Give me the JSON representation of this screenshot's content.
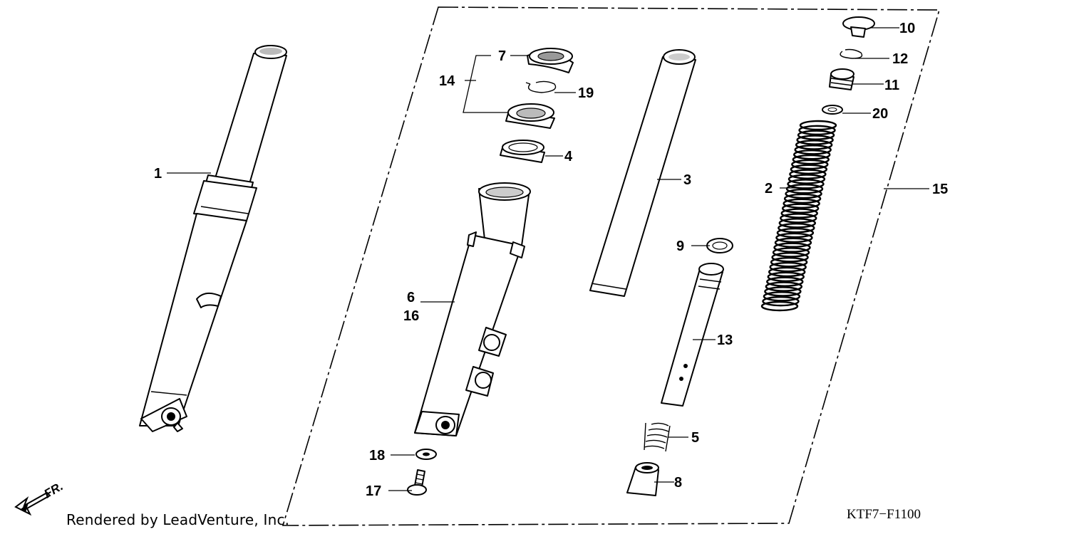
{
  "diagram": {
    "callouts": {
      "c1": "1",
      "c2": "2",
      "c3": "3",
      "c4": "4",
      "c5": "5",
      "c6": "6",
      "c7": "7",
      "c8": "8",
      "c9": "9",
      "c10": "10",
      "c11": "11",
      "c12": "12",
      "c13": "13",
      "c14": "14",
      "c15": "15",
      "c16": "16",
      "c17": "17",
      "c18": "18",
      "c19": "19",
      "c20": "20"
    },
    "front_label": "FR.",
    "credit": "Rendered by LeadVenture, Inc.",
    "diagram_code": "KTF7−F1100"
  }
}
